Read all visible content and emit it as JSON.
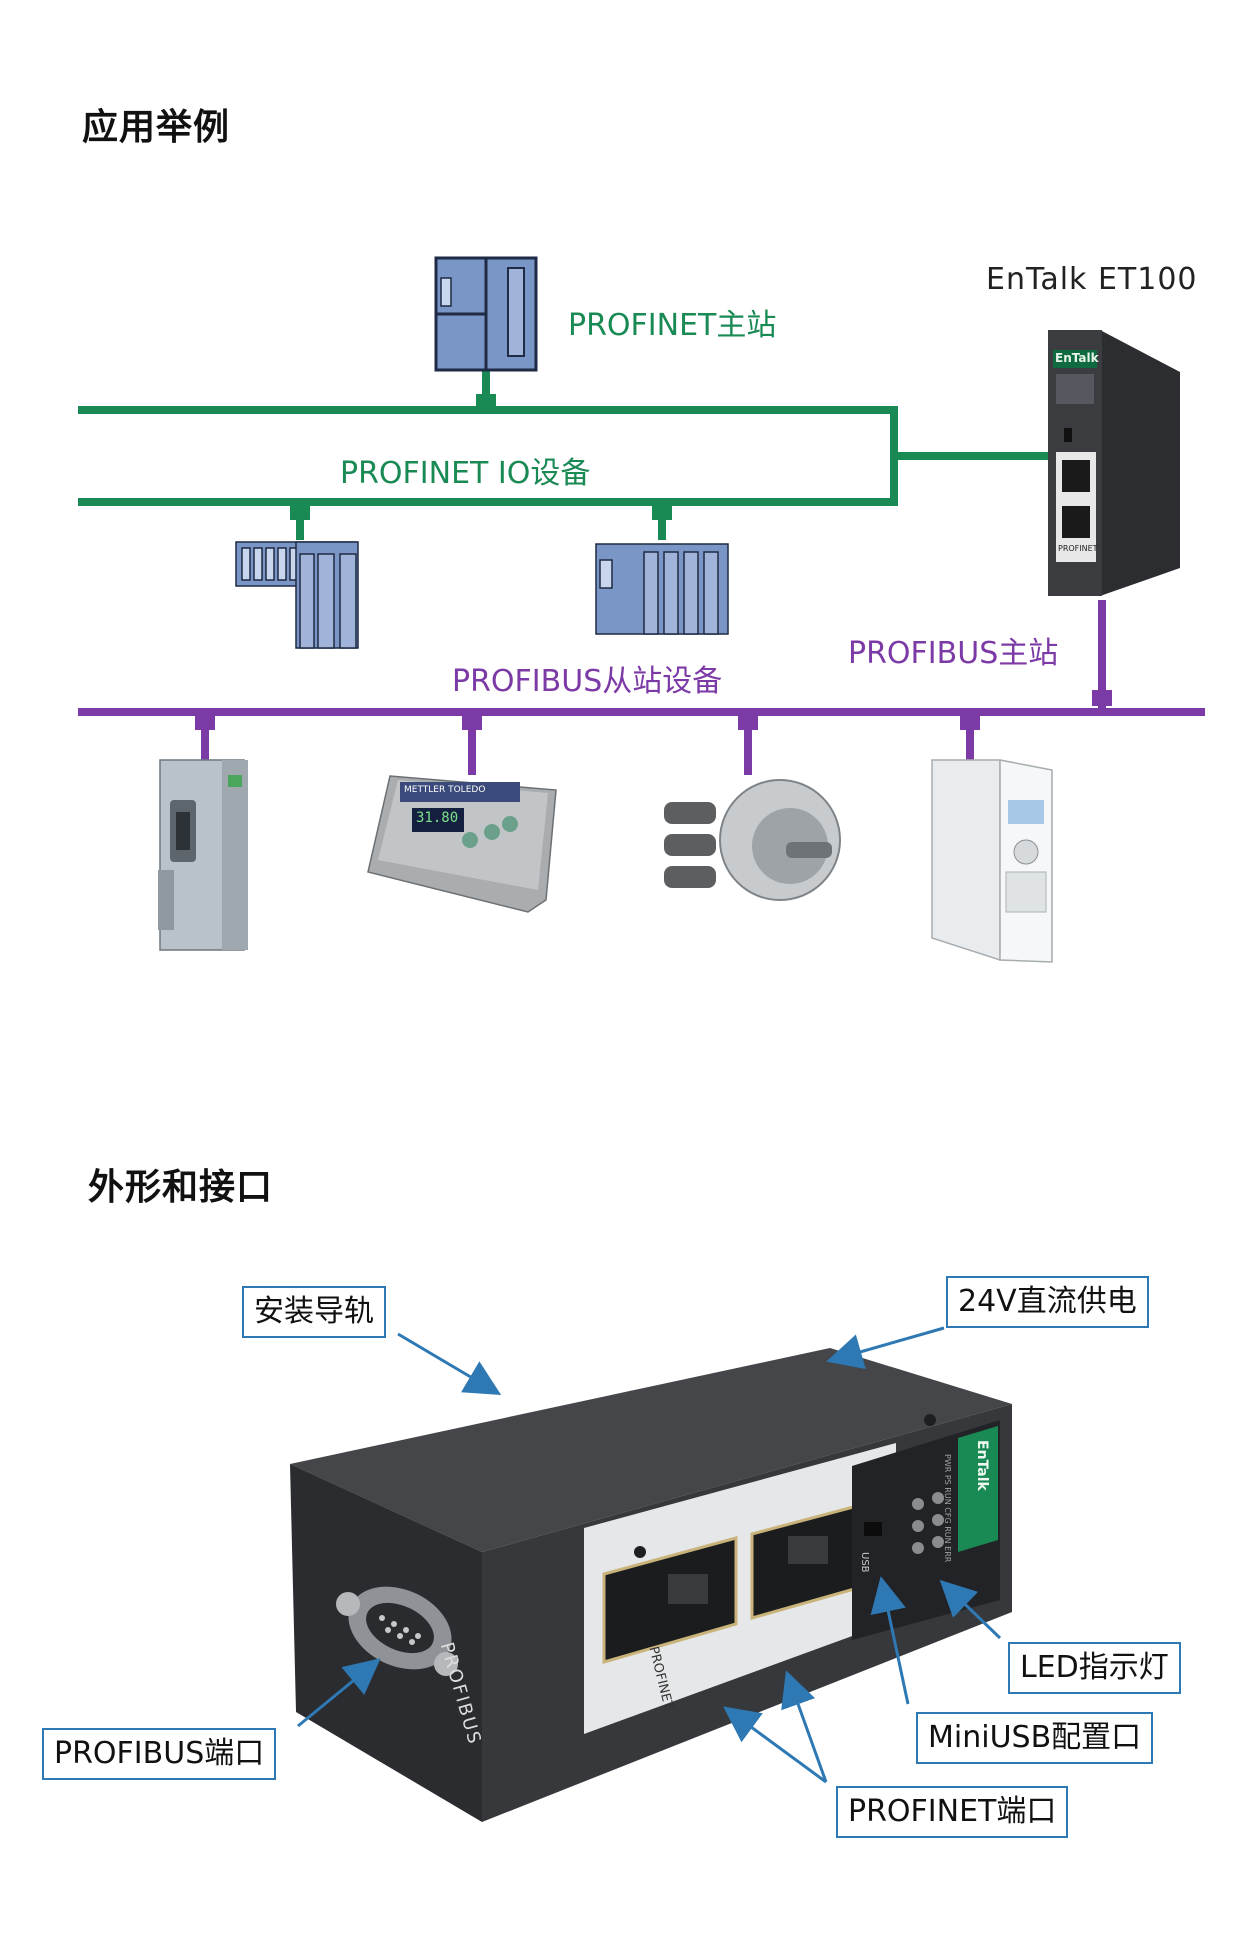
{
  "sections": {
    "application_title": "应用举例",
    "appearance_title": "外形和接口"
  },
  "diagram": {
    "profinet_master_label": "PROFINET主站",
    "profinet_io_label": "PROFINET  IO设备",
    "gateway_name": "EnTalk  ET100",
    "gateway_brand": "EnTalk",
    "gateway_port_label": "PROFINET",
    "profibus_master_label": "PROFIBUS主站",
    "profibus_slave_label": "PROFIBUS从站设备",
    "scale_brand": "METTLER TOLEDO",
    "scale_display": "31.80",
    "colors": {
      "profinet_line": "#1a8a55",
      "profibus_line": "#7c3aa6",
      "plc_blue": "#7090c0"
    }
  },
  "device": {
    "brand": "EnTalk",
    "profibus_side_text": "PROFIBUS",
    "profinet_panel_text": "PROFINET",
    "usb_text": "USB",
    "led_labels": [
      "PWR",
      "PS",
      "RUN",
      "CFG",
      "RUN",
      "ERR"
    ],
    "colors": {
      "callout_border": "#2e79b4",
      "arrow": "#2e79b4"
    }
  },
  "callouts": {
    "din_rail": "安装导轨",
    "power": "24V直流供电",
    "led": "LED指示灯",
    "usb": "MiniUSB配置口",
    "profinet_port": "PROFINET端口",
    "profibus_port": "PROFIBUS端口"
  }
}
